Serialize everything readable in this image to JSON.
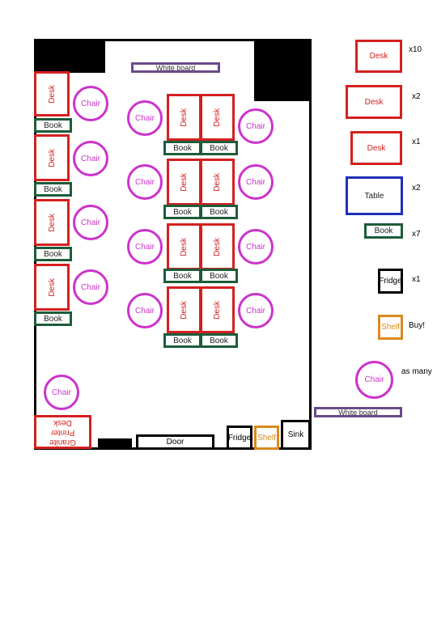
{
  "labels": {
    "desk": "Desk",
    "book": "Book",
    "chair": "Chair",
    "white_board": "White board",
    "door": "Door",
    "fridge": "Fridge",
    "shelf": "Shelf",
    "sink": "Sink",
    "granite_desk_line1": "Granite Printer",
    "granite_desk_line2": "Desk",
    "table": "Table"
  },
  "legend": [
    {
      "item": "Desk",
      "qty": "x10"
    },
    {
      "item": "Desk",
      "qty": "x2"
    },
    {
      "item": "Desk",
      "qty": "x1"
    },
    {
      "item": "Table",
      "qty": "x2"
    },
    {
      "item": "Book",
      "qty": "x7"
    },
    {
      "item": "Fridge",
      "qty": "x1"
    },
    {
      "item": "Shelf",
      "qty": "Buy!"
    },
    {
      "item": "Chair",
      "qty": "as many"
    }
  ],
  "colors": {
    "desk": "#d42020",
    "book": "#1d5c3a",
    "chair": "#cc33cc",
    "white_board": "#6b4a8a",
    "shelf": "#d98a1f",
    "table": "#1f2fb8"
  }
}
